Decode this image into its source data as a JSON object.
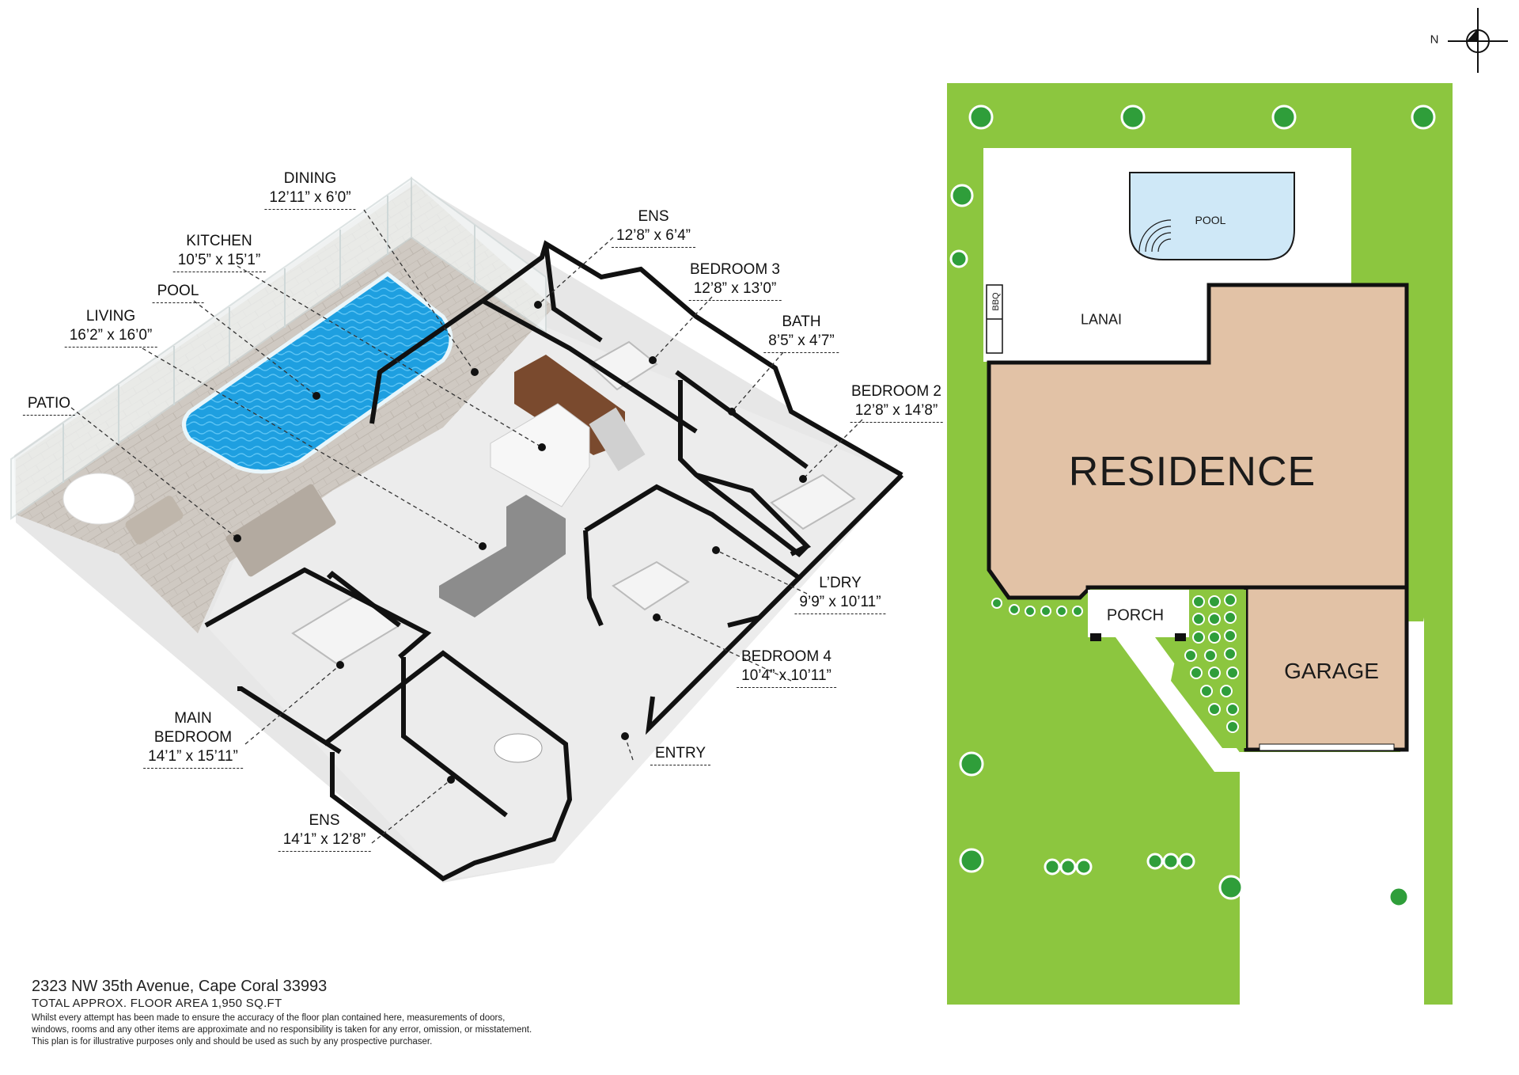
{
  "rooms": {
    "dining": {
      "name": "DINING",
      "dims": "12’11” x 6’0”"
    },
    "kitchen": {
      "name": "KITCHEN",
      "dims": "10’5” x 15’1”"
    },
    "pool": {
      "name": "POOL"
    },
    "living": {
      "name": "LIVING",
      "dims": "16’2” x 16’0”"
    },
    "patio": {
      "name": "PATIO"
    },
    "ens_upper": {
      "name": "ENS",
      "dims": "12’8” x 6’4”"
    },
    "bedroom3": {
      "name": "BEDROOM 3",
      "dims": "12’8” x 13’0”"
    },
    "bath": {
      "name": "BATH",
      "dims": "8’5” x 4’7”"
    },
    "bedroom2": {
      "name": "BEDROOM 2",
      "dims": "12’8” x 14’8”"
    },
    "laundry": {
      "name": "L’DRY",
      "dims": "9’9” x 10’11”"
    },
    "bedroom4": {
      "name": "BEDROOM 4",
      "dims": "10’4” x 10’11”"
    },
    "entry": {
      "name": "ENTRY"
    },
    "main_bedroom": {
      "name": "MAIN\nBEDROOM",
      "dims": "14’1” x 15’11”"
    },
    "ens_lower": {
      "name": "ENS",
      "dims": "14’1” x 12’8”"
    }
  },
  "site": {
    "compass": "N",
    "pool": "POOL",
    "bbq": "BBQ",
    "lanai": "LANAI",
    "residence": "RESIDENCE",
    "porch": "PORCH",
    "garage": "GARAGE"
  },
  "footer": {
    "address": "2323 NW 35th Avenue, Cape Coral 33993",
    "area": "TOTAL APPROX. FLOOR AREA 1,950 SQ.FT",
    "disclaimer_1": "Whilst every attempt has been made to ensure the accuracy of the floor plan contained here, measurements of doors,",
    "disclaimer_2": "windows, rooms and any other items are approximate and no responsibility is taken for any error, omission, or misstatement.",
    "disclaimer_3": "This plan is for illustrative purposes only and should be used as such by any prospective purchaser."
  },
  "colors": {
    "lawn": "#8cc63f",
    "residence": "#e2c2a6",
    "pool_water": "#1e9fe0",
    "site_pool": "#cfe8f7",
    "wall": "#111111",
    "floor": "#eeeeee",
    "patio_paving": "#cfc9c2"
  }
}
